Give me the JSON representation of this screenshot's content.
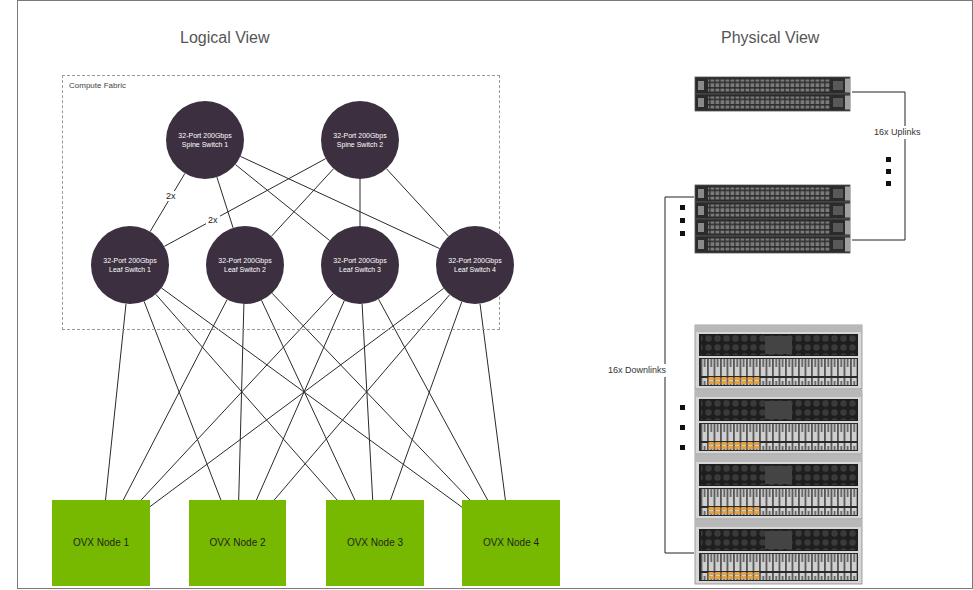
{
  "diagram": {
    "nodes": [
      {
        "text": [
          "Compute Fabric"
        ]
      },
      {
        "text": [
          "32-Port 200Gbps Spine Switch 1"
        ],
        "in": 0
      },
      {
        "text": [
          "32-Port 200Gbps Spine Switch 2"
        ],
        "in": 0
      },
      {
        "text": [
          "32-Port 200Gbps Leaf Switch 1"
        ],
        "in": 0
      },
      {
        "text": [
          "32-Port 200Gbps Leaf Switch 2"
        ],
        "in": 0
      },
      {
        "text": [
          "32-Port 200Gbps Leaf Switch 3"
        ],
        "in": 0
      },
      {
        "text": [
          "32-Port 200Gbps Leaf Switch 4"
        ],
        "in": 0
      },
      {
        "text": [
          "OVX Node 1"
        ]
      },
      {
        "text": [
          "OVX Node 2"
        ]
      },
      {
        "text": [
          "OVX Node 3"
        ]
      },
      {
        "text": [
          "OVX Node 4"
        ]
      }
    ],
    "edges": [
      {
        "from": 1,
        "to": 3,
        "arrow": "none",
        "label": "2x"
      },
      {
        "from": 1,
        "to": 4,
        "arrow": "none"
      },
      {
        "from": 1,
        "to": 5,
        "arrow": "none"
      },
      {
        "from": 1,
        "to": 6,
        "arrow": "none"
      },
      {
        "from": 2,
        "to": 3,
        "arrow": "none",
        "label": "2x"
      },
      {
        "from": 2,
        "to": 4,
        "arrow": "none"
      },
      {
        "from": 2,
        "to": 5,
        "arrow": "none"
      },
      {
        "from": 2,
        "to": 6,
        "arrow": "none"
      },
      {
        "from": 3,
        "to": 7,
        "arrow": "none"
      },
      {
        "from": 3,
        "to": 8,
        "arrow": "none"
      },
      {
        "from": 3,
        "to": 9,
        "arrow": "none"
      },
      {
        "from": 3,
        "to": 10,
        "arrow": "none"
      },
      {
        "from": 4,
        "to": 7,
        "arrow": "none"
      },
      {
        "from": 4,
        "to": 8,
        "arrow": "none"
      },
      {
        "from": 4,
        "to": 9,
        "arrow": "none"
      },
      {
        "from": 4,
        "to": 10,
        "arrow": "none"
      },
      {
        "from": 5,
        "to": 7,
        "arrow": "none"
      },
      {
        "from": 5,
        "to": 8,
        "arrow": "none"
      },
      {
        "from": 5,
        "to": 9,
        "arrow": "none"
      },
      {
        "from": 5,
        "to": 10,
        "arrow": "none"
      },
      {
        "from": 6,
        "to": 7,
        "arrow": "none"
      },
      {
        "from": 6,
        "to": 8,
        "arrow": "none"
      },
      {
        "from": 6,
        "to": 9,
        "arrow": "none"
      },
      {
        "from": 6,
        "to": 10,
        "arrow": "none"
      }
    ],
    "labels": [
      "Logical View",
      "Physical View",
      "16x Uplinks",
      "16x Downlinks"
    ]
  }
}
